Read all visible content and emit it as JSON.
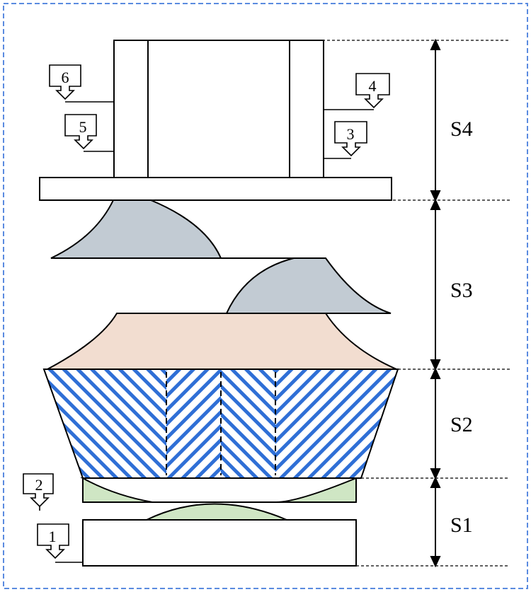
{
  "diagram": {
    "sections": [
      {
        "id": "S4",
        "label": "S4"
      },
      {
        "id": "S3",
        "label": "S3"
      },
      {
        "id": "S2",
        "label": "S2"
      },
      {
        "id": "S1",
        "label": "S1"
      }
    ],
    "markers": [
      {
        "id": "m1",
        "label": "1"
      },
      {
        "id": "m2",
        "label": "2"
      },
      {
        "id": "m3",
        "label": "3"
      },
      {
        "id": "m4",
        "label": "4"
      },
      {
        "id": "m5",
        "label": "5"
      },
      {
        "id": "m6",
        "label": "6"
      }
    ],
    "colors": {
      "frame_border": "#5b8be0",
      "outline": "#000000",
      "grey_block": "#c2cbd3",
      "peach_block": "#f2ddd0",
      "green_block": "#cfe6c4",
      "hatch_blue": "#2f6fd6"
    }
  }
}
